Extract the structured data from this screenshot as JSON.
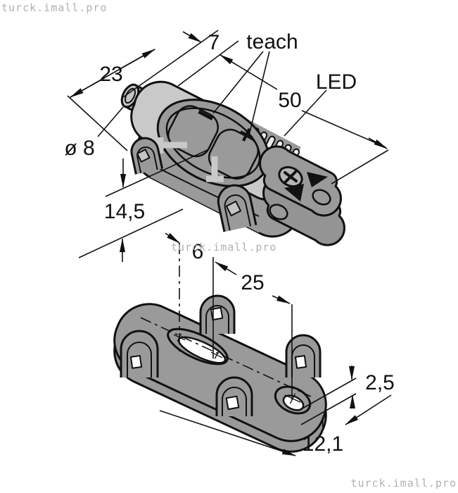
{
  "watermarks": {
    "top_left": "turck.imall.pro",
    "center": "turck.imall.pro",
    "bottom_right": "turck.imall.pro"
  },
  "annotations": {
    "dim_23": "23",
    "dim_7": "7",
    "teach_label": "teach",
    "led_label": "LED",
    "dim_50": "50",
    "dia_8": "ø 8",
    "dim_14_5": "14,5",
    "dim_6": "6",
    "dim_25": "25",
    "dim_2_5": "2,5",
    "dim_12_1": "12,1"
  },
  "device": {
    "minus_sign": "−",
    "plus_sign": "+"
  },
  "colors": {
    "canvas": "#ffffff",
    "outline": "#111111",
    "body_gray": "#9a9a9a",
    "top_face_gray": "#c9c9c9",
    "barrel_gray": "#c4c4c4",
    "slot_fill": "#ededed",
    "hole_white": "#ffffff",
    "watermark_gray": "#b0b0b0"
  }
}
